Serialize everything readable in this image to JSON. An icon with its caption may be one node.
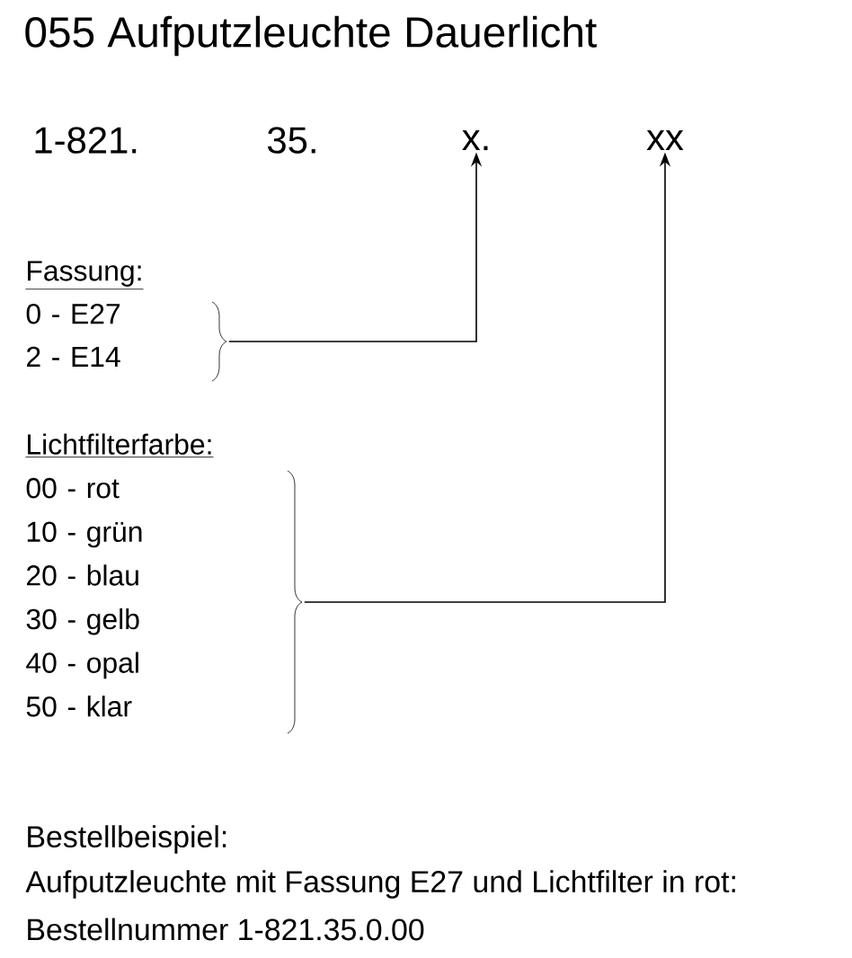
{
  "diagram": {
    "title": "055 Aufputzleuchte Dauerlicht",
    "nodes": [
      {
        "text": [
          "x."
        ]
      },
      {
        "text": [
          "xx"
        ]
      },
      {
        "text": [
          "Fassung:",
          "0 - E27",
          "2 - E14"
        ]
      },
      {
        "text": [
          "Lichtfilterfarbe:",
          "00 - rot",
          "10 - grün",
          "20 - blau",
          "30 - gelb",
          "40 - opal",
          "50 - klar"
        ]
      }
    ],
    "edges": [
      {
        "from": 2,
        "to": 0,
        "arrow": "to"
      },
      {
        "from": 3,
        "to": 1,
        "arrow": "to"
      }
    ],
    "labels": [
      "1-821.",
      "35.",
      "Bestellbeispiel:",
      "Aufputzleuchte mit Fassung E27 und Lichtfilter in rot:",
      "Bestellnummer   1-821.35.0.00"
    ]
  }
}
